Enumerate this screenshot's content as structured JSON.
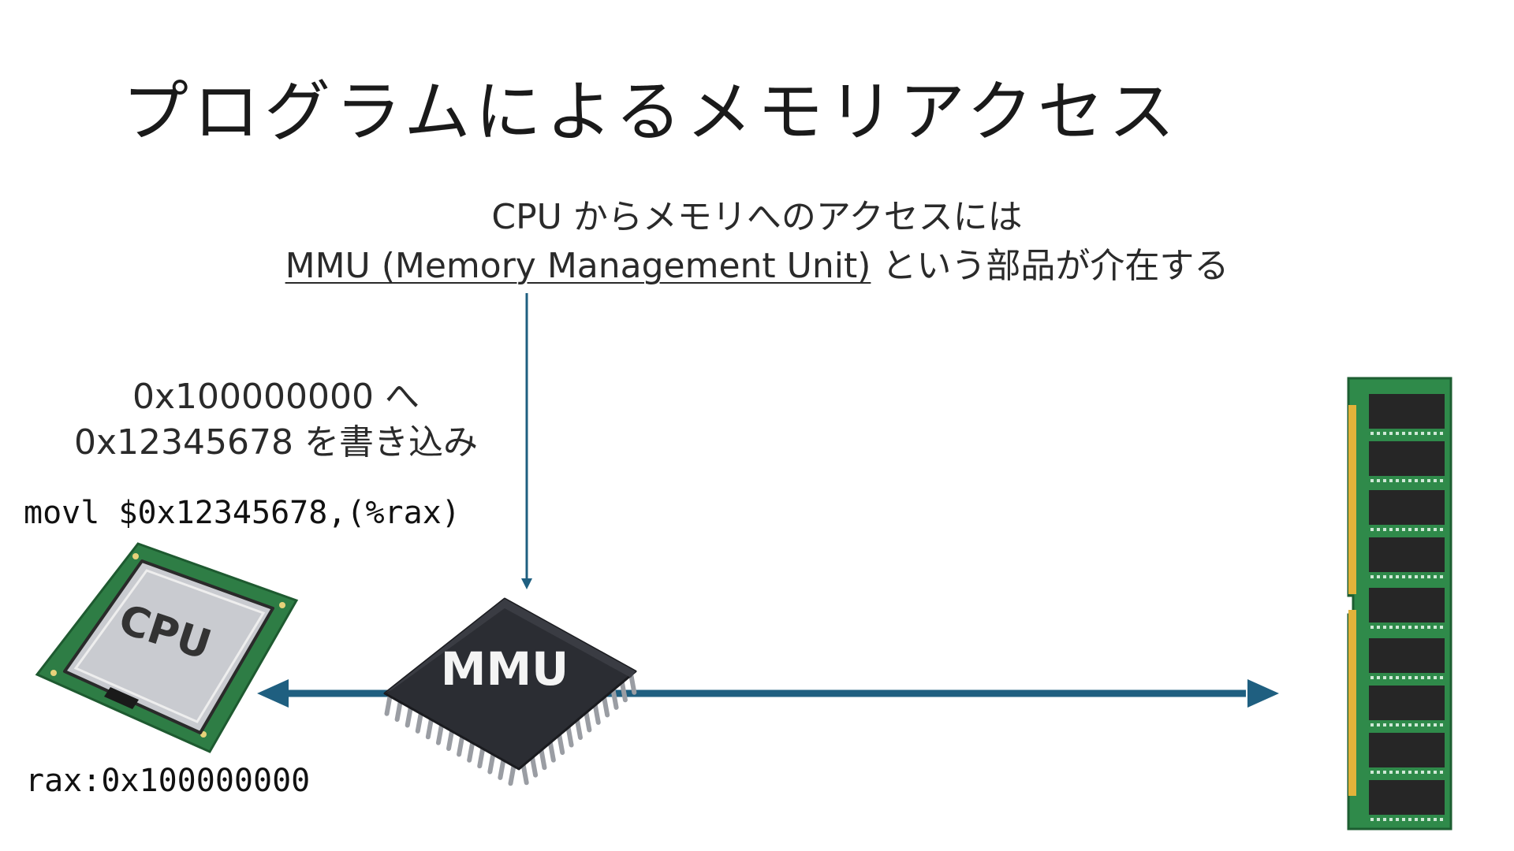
{
  "slide": {
    "title": "プログラムによるメモリアクセス",
    "subtitle_line1": "CPU からメモリへのアクセスには",
    "subtitle_line2_underlined": "MMU (Memory Management Unit)",
    "subtitle_line2_rest": " という部品が介在する",
    "write_desc_line1": "0x100000000 へ",
    "write_desc_line2": "0x12345678 を書き込み",
    "instruction": "movl $0x12345678,(%rax)",
    "register_value": "rax:0x100000000"
  },
  "diagram": {
    "cpu_chip_label": "CPU",
    "mmu_chip_label": "MMU",
    "colors": {
      "arrow": "#1f5f80",
      "cpu_board": "#2e7d45",
      "cpu_lid": "#c9cbd0",
      "mmu_body": "#2b2d33",
      "ram_board": "#2f8a4a",
      "ram_chip": "#262626",
      "ram_contacts": "#e2b33a"
    },
    "icons": [
      "cpu-chip-icon",
      "mmu-chip-icon",
      "ram-module-icon"
    ]
  }
}
